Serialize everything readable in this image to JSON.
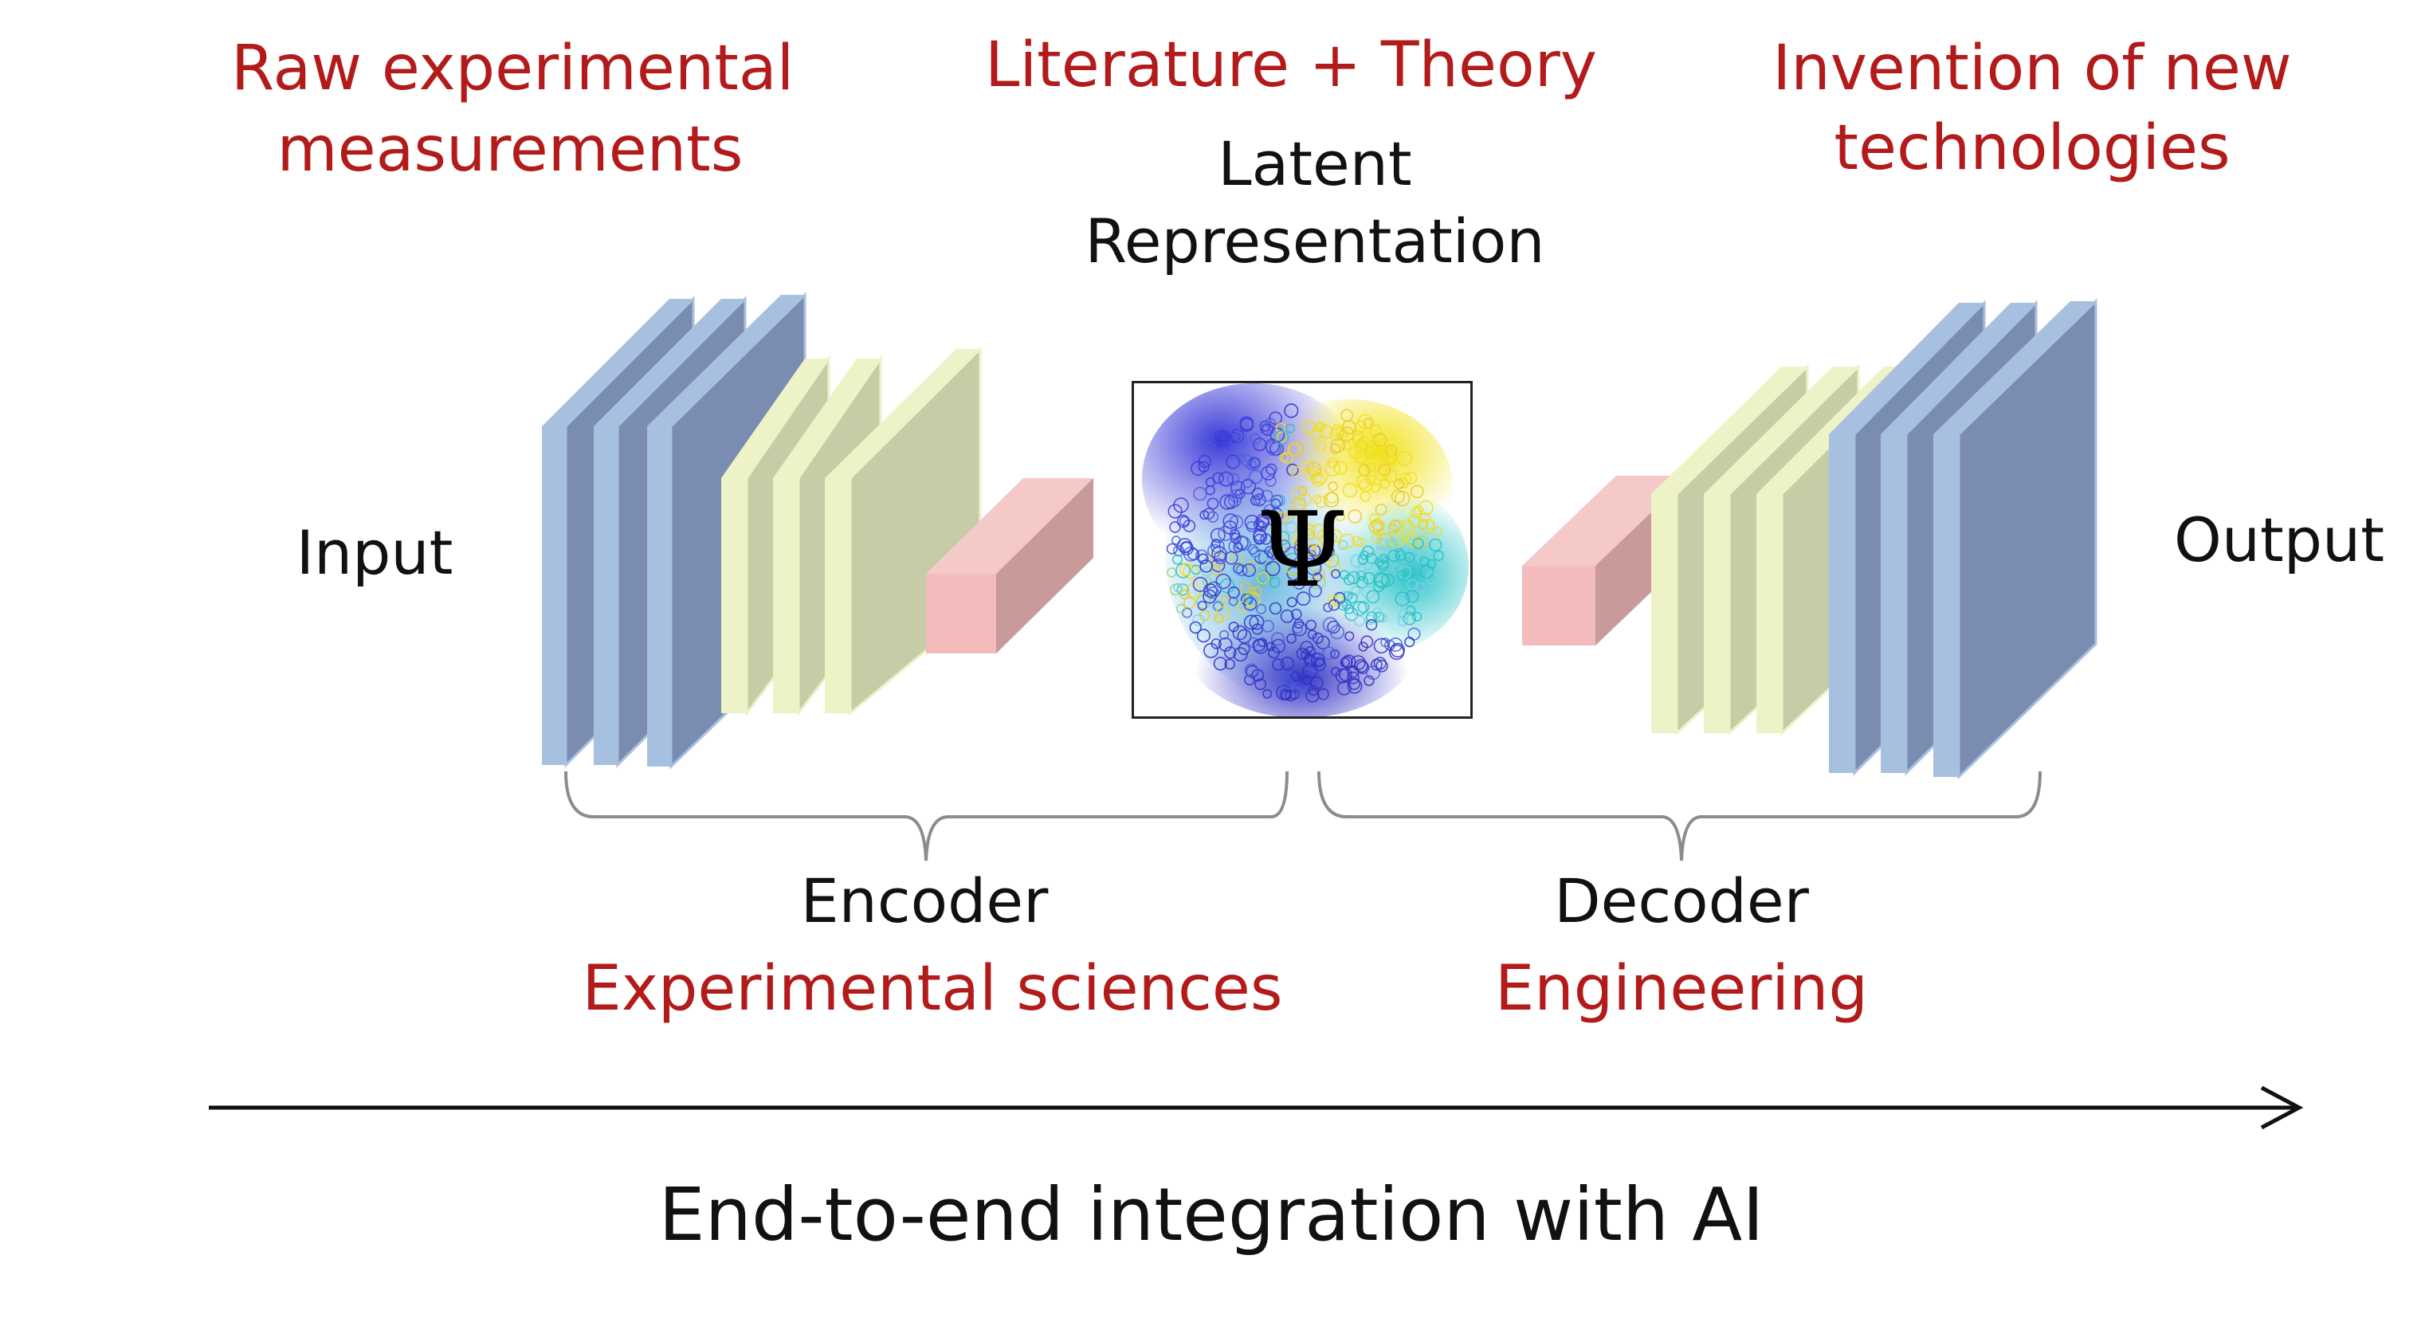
{
  "labels": {
    "raw_line1": "Raw experimental",
    "raw_line2": "measurements",
    "lit_theory": "Literature + Theory",
    "latent_line1": "Latent",
    "latent_line2": "Representation",
    "invention_line1": "Invention of new",
    "invention_line2": "technologies",
    "input": "Input",
    "output": "Output",
    "encoder": "Encoder",
    "encoder_field": "Experimental sciences",
    "decoder": "Decoder",
    "decoder_field": "Engineering",
    "caption": "End-to-end integration with AI",
    "psi": "Ψ"
  },
  "colors": {
    "accent_red": "#b31b1b",
    "blue_face": "#7a8db0",
    "blue_side": "#a7c0e0",
    "green_face": "#c6cca6",
    "green_side": "#edf3c6",
    "pink_face": "#f2bcbc",
    "pink_side": "#c99a9a"
  },
  "icons": [
    "psi-symbol",
    "arrow-right-icon",
    "curly-brace-icon"
  ]
}
